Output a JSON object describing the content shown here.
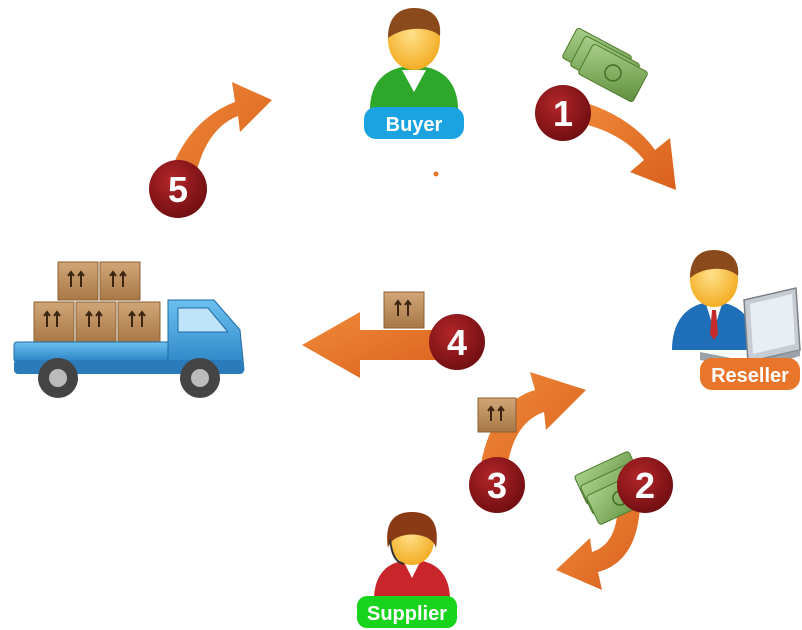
{
  "actors": {
    "buyer": "Buyer",
    "reseller": "Reseller",
    "supplier": "Supplier"
  },
  "steps": {
    "s1": "1",
    "s2": "2",
    "s3": "3",
    "s4": "4",
    "s5": "5"
  },
  "colors": {
    "arrow": "#e8752a",
    "step_badge": "#8a1418",
    "buyer_label": "#1aa3e0",
    "reseller_label": "#e8752a",
    "supplier_label": "#19d41c",
    "money": "#6f9d4a",
    "box": "#b88958",
    "truck": "#3c9ad8"
  },
  "icons": [
    "buyer-avatar-icon",
    "reseller-avatar-icon",
    "laptop-icon",
    "supplier-avatar-icon",
    "money-icon",
    "box-icon",
    "truck-icon"
  ]
}
